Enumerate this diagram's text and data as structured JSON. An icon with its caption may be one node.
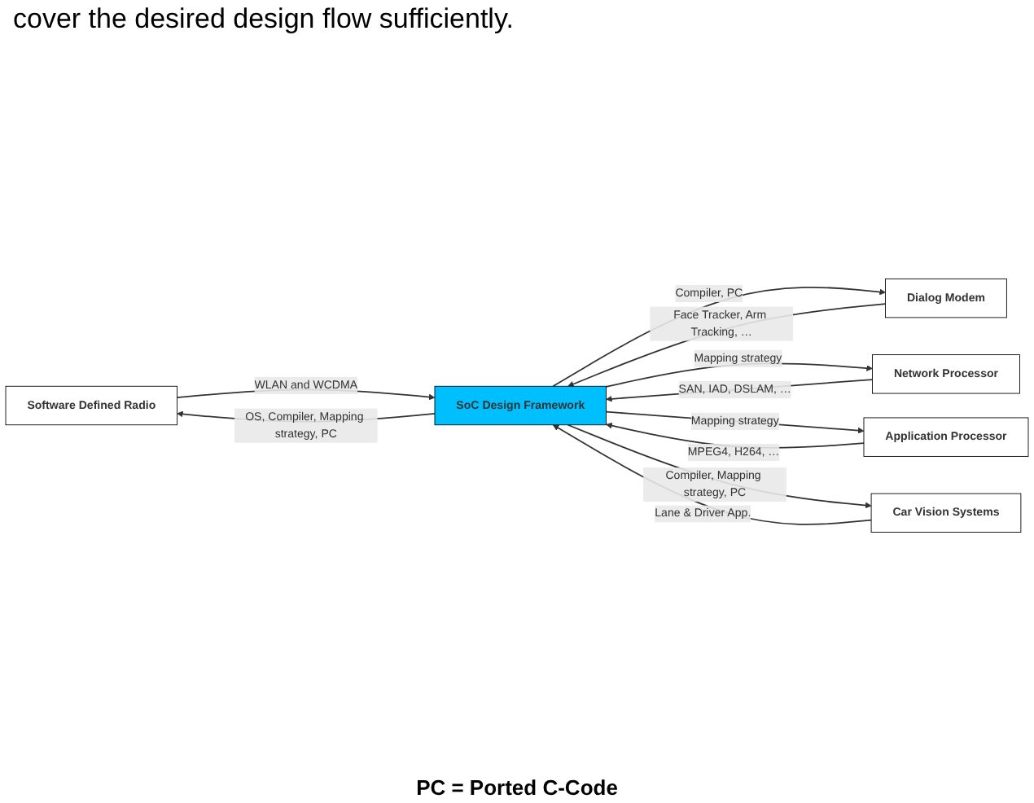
{
  "diagram": {
    "nodes": [
      {
        "text": [
          "Software Defined Radio"
        ]
      },
      {
        "text": [
          "Dialog Modem"
        ]
      },
      {
        "text": [
          "Network Processor"
        ]
      },
      {
        "text": [
          "Application Processor"
        ]
      },
      {
        "text": [
          "Car Vision Systems"
        ]
      },
      {
        "text": [
          "SoC Design Framework"
        ]
      }
    ],
    "edges": [
      {
        "from": 0,
        "to": 5,
        "arrow": "to",
        "label": "WLAN and WCDMA"
      },
      {
        "from": 5,
        "to": 0,
        "arrow": "to",
        "label": "OS, Compiler, Mapping strategy, PC"
      },
      {
        "from": 1,
        "to": 5,
        "arrow": "to",
        "label": "Face Tracker, Arm Tracking, …"
      },
      {
        "from": 5,
        "to": 1,
        "arrow": "to",
        "label": "Compiler, PC"
      },
      {
        "from": 2,
        "to": 5,
        "arrow": "to",
        "label": "SAN, IAD, DSLAM, …"
      },
      {
        "from": 5,
        "to": 2,
        "arrow": "to",
        "label": "Mapping strategy"
      },
      {
        "from": 3,
        "to": 5,
        "arrow": "to",
        "label": "MPEG4, H264, …"
      },
      {
        "from": 5,
        "to": 3,
        "arrow": "to",
        "label": "Mapping strategy"
      },
      {
        "from": 4,
        "to": 5,
        "arrow": "to",
        "label": "Lane & Driver App."
      },
      {
        "from": 5,
        "to": 4,
        "arrow": "to",
        "label": "Compiler, Mapping strategy, PC"
      }
    ],
    "labels": [
      "cover the desired design flow sufficiently.",
      "PC = Ported C-Code"
    ]
  }
}
